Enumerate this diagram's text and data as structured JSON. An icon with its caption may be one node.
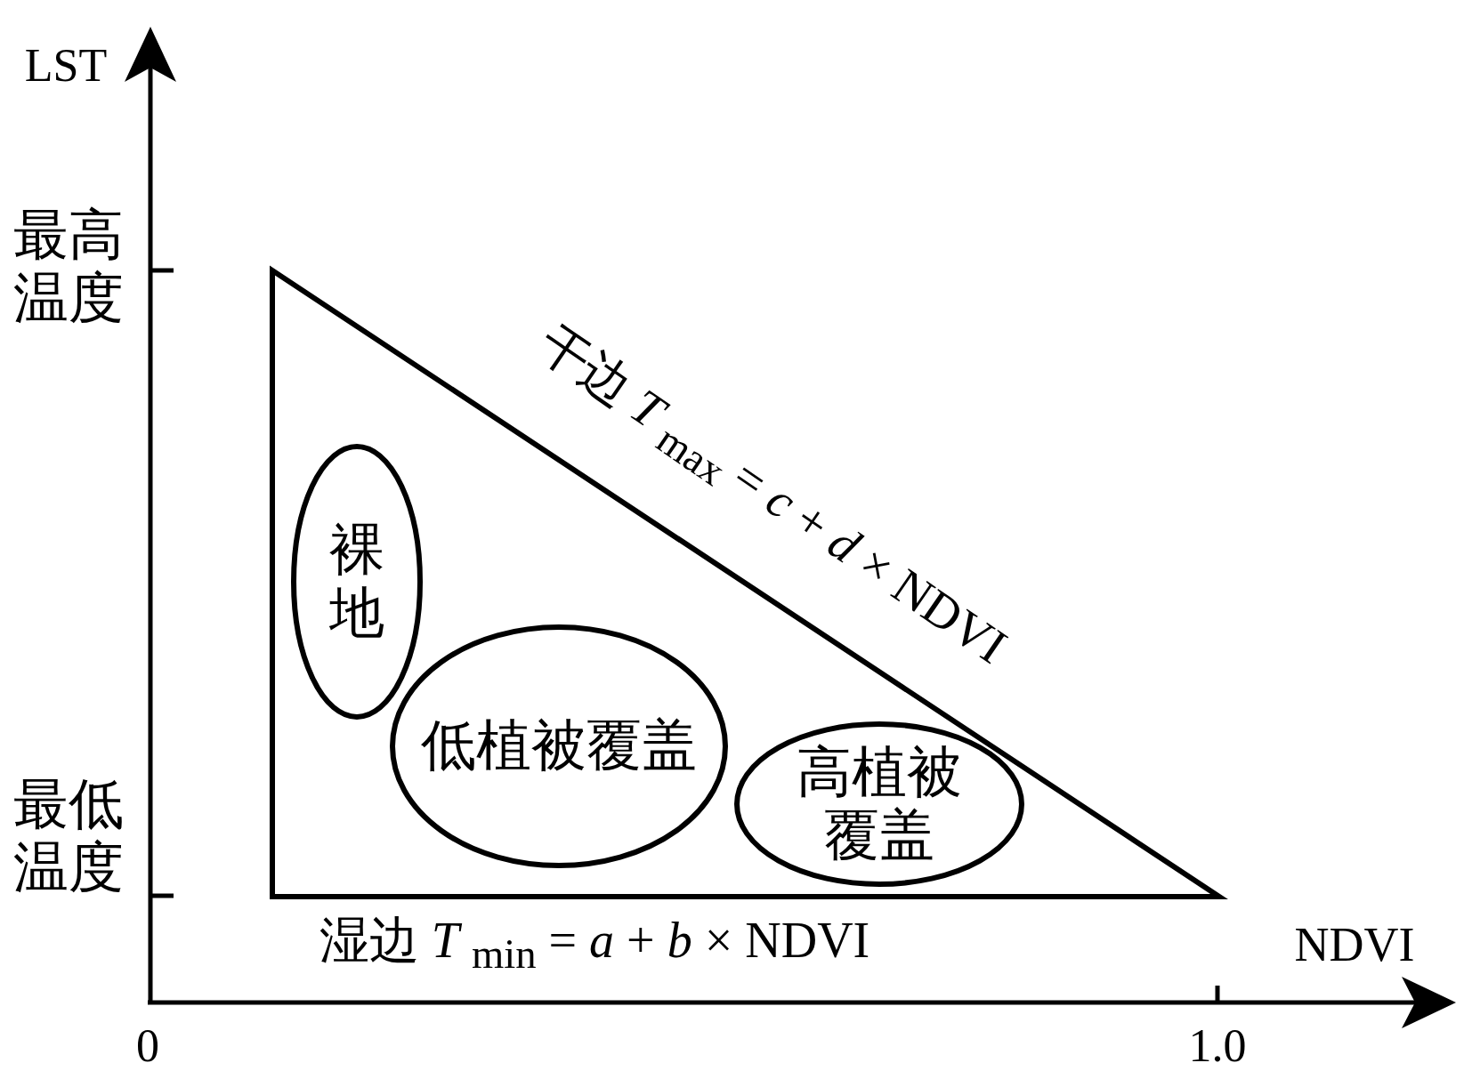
{
  "diagram": {
    "nodes": [
      {
        "text": [],
        "shape": "triangle"
      },
      {
        "text": [
          "裸地"
        ],
        "in": 0
      },
      {
        "text": [
          "低植被覆盖"
        ],
        "in": 0
      },
      {
        "text": [
          "高植被覆盖"
        ],
        "in": 0
      }
    ],
    "labels": [
      "LST",
      "最高温度",
      "干边 *T* $_{max}$ = *c* + *d* × NDVI",
      "最低温度",
      "湿边 *T* $_{min}$ = *a* + *b* × NDVI",
      "NDVI",
      "0",
      "1.0"
    ]
  }
}
